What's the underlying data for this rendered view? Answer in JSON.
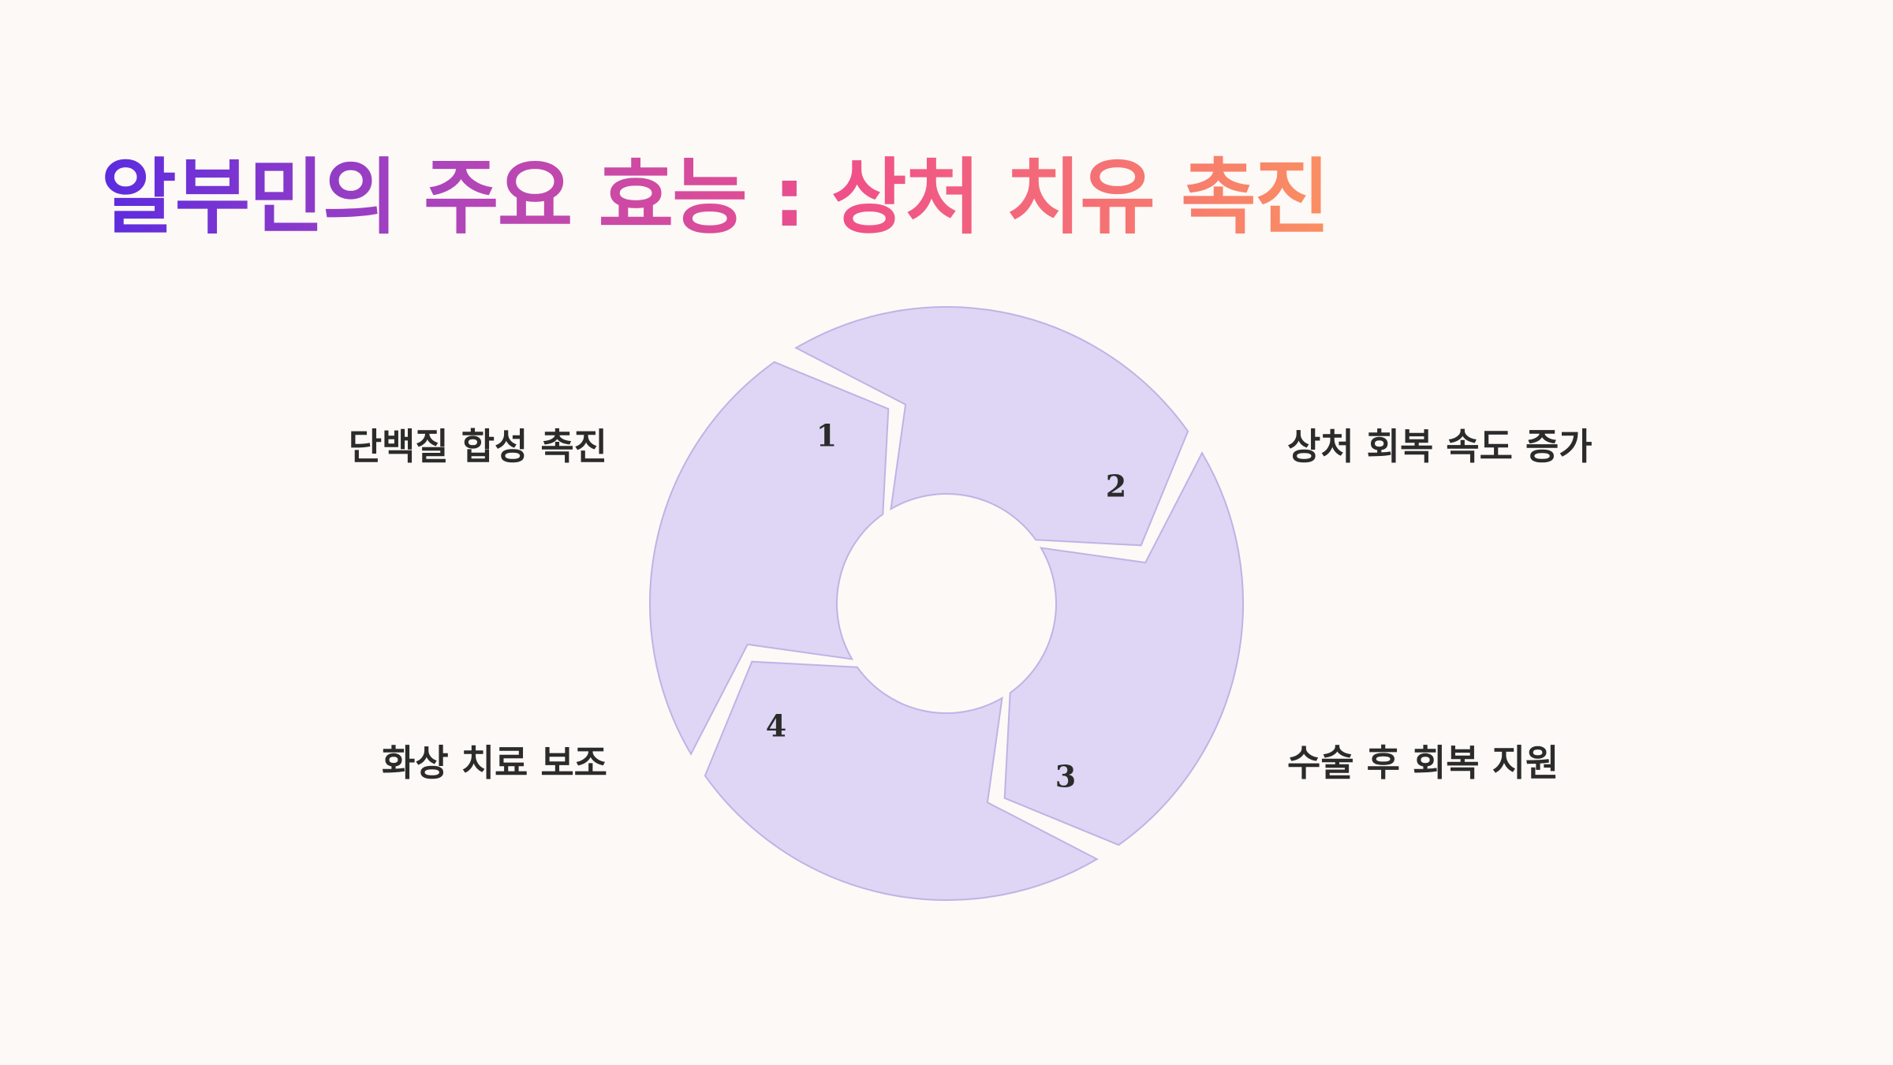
{
  "title": "알부민의 주요 효능 : 상처 치유 촉진",
  "colors": {
    "background": "#fdf9f6",
    "segment_fill": "#ded6f4",
    "segment_stroke": "#bfb3e6",
    "title_gradient": [
      "#5b2be0",
      "#b246b8",
      "#ef4f8a",
      "#fa8f62"
    ]
  },
  "steps": [
    {
      "number": "1",
      "label": "단백질 합성 촉진"
    },
    {
      "number": "2",
      "label": "상처 회복 속도 증가"
    },
    {
      "number": "3",
      "label": "수술 후 회복 지원"
    },
    {
      "number": "4",
      "label": "화상 치료 보조"
    }
  ]
}
